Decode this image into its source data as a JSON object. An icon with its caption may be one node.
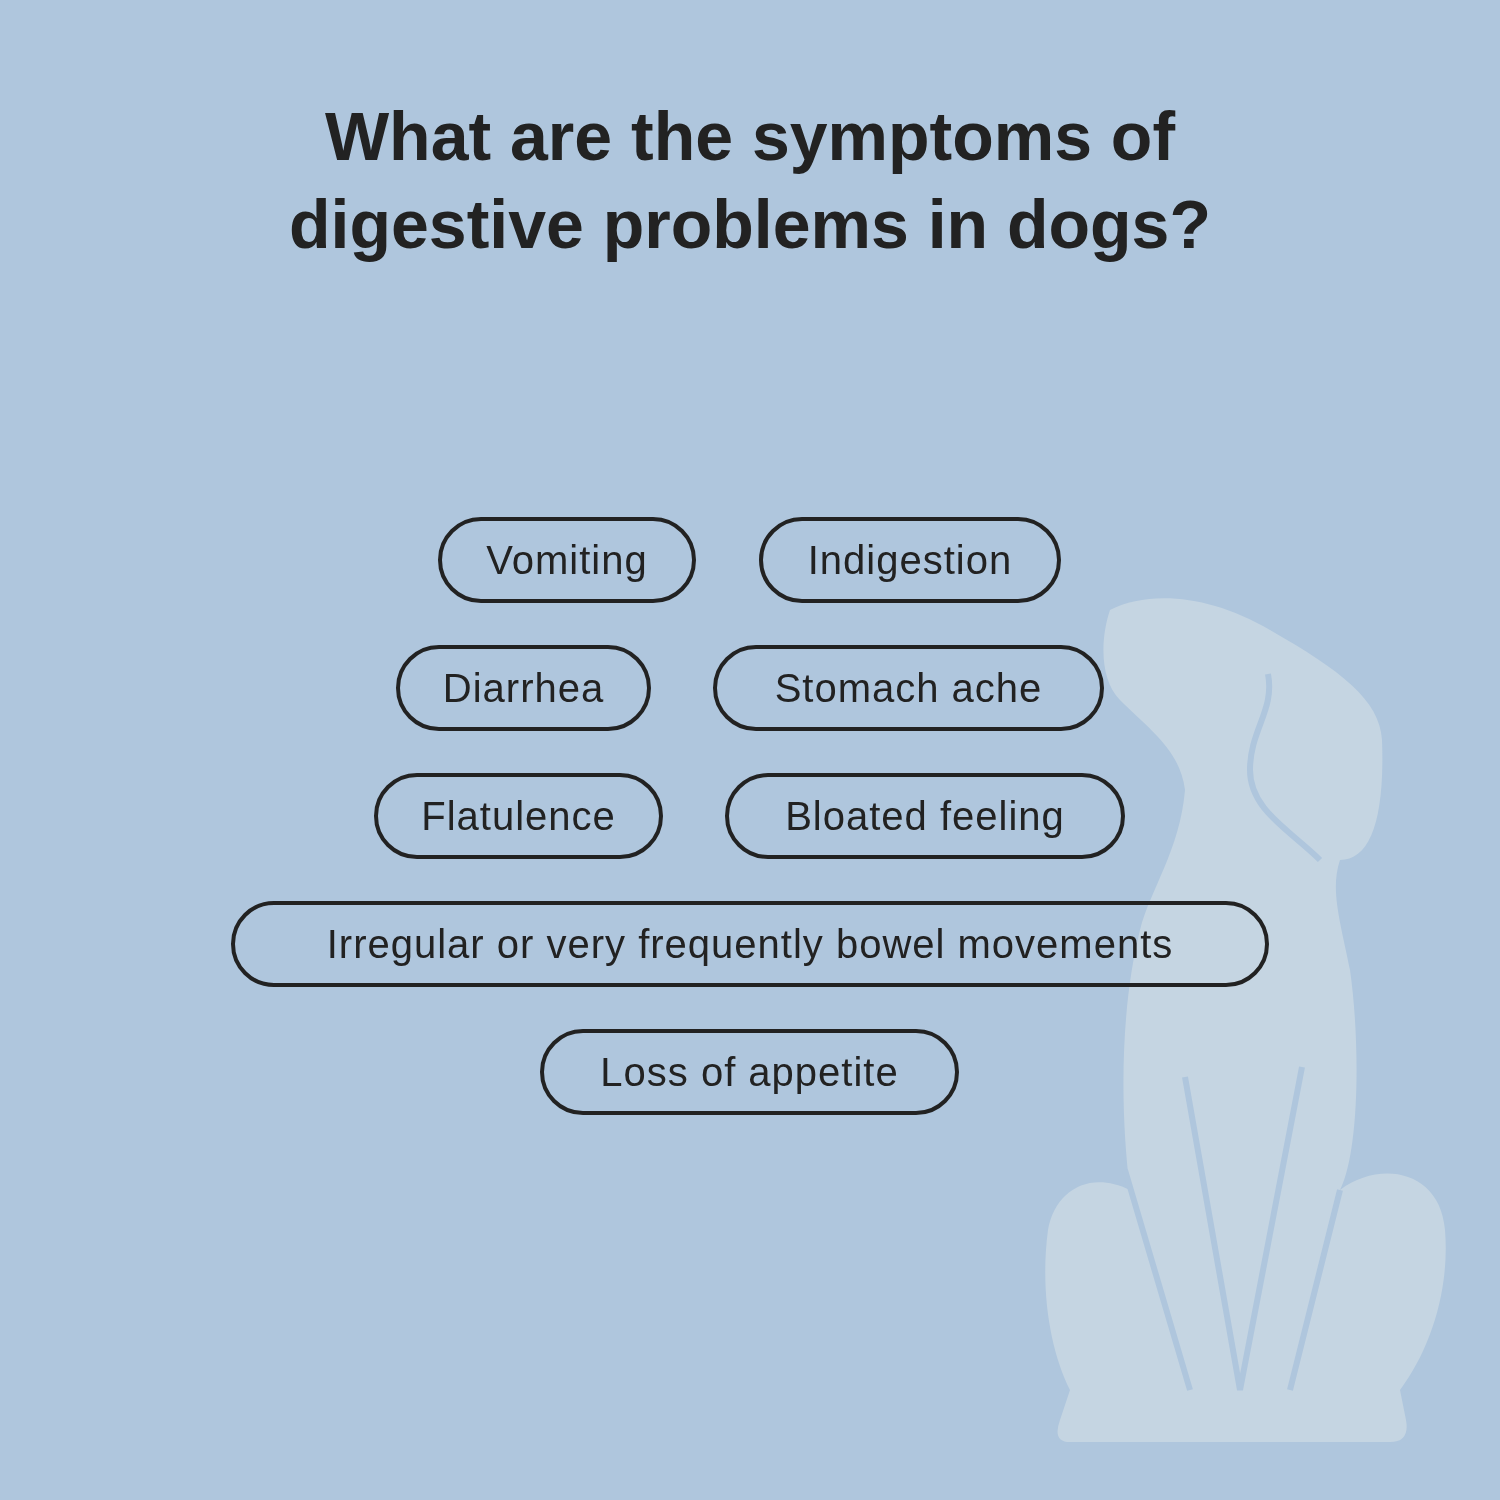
{
  "diagram": {
    "title": "What are the symptoms of digestive problems in dogs?",
    "nodes": [
      {
        "text": [
          "Vomiting"
        ]
      },
      {
        "text": [
          "Indigestion"
        ]
      },
      {
        "text": [
          "Diarrhea"
        ]
      },
      {
        "text": [
          "Stomach ache"
        ]
      },
      {
        "text": [
          "Flatulence"
        ]
      },
      {
        "text": [
          "Bloated feeling"
        ]
      },
      {
        "text": [
          "Irregular or very frequently bowel movements"
        ]
      },
      {
        "text": [
          "Loss of appetite"
        ]
      }
    ],
    "edges": []
  }
}
